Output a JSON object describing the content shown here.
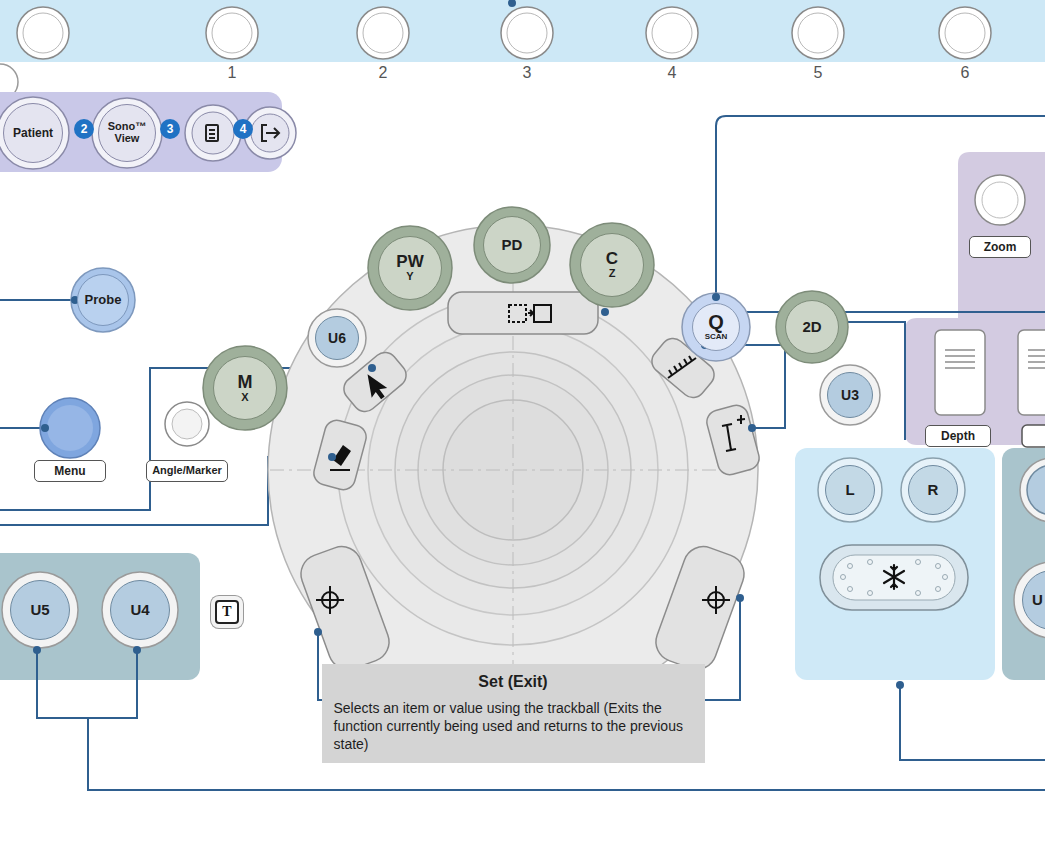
{
  "diagram": {
    "nodes": [
      {
        "text": [
          "Patient"
        ]
      },
      {
        "text": [
          "Sono™ View"
        ]
      },
      {
        "text": [
          "PW",
          "Y"
        ]
      },
      {
        "text": [
          "PD"
        ]
      },
      {
        "text": [
          "C",
          "Z"
        ]
      },
      {
        "text": [
          "U6"
        ]
      },
      {
        "text": [
          "Q",
          "SCAN"
        ]
      },
      {
        "text": [
          "2D"
        ]
      },
      {
        "text": [
          "Probe"
        ]
      },
      {
        "text": [
          "M",
          "X"
        ]
      },
      {
        "text": [
          "Zoom"
        ]
      },
      {
        "text": [
          "U3"
        ]
      },
      {
        "text": [
          "Depth"
        ]
      },
      {
        "text": [
          "Menu"
        ]
      },
      {
        "text": [
          "Angle/Marker"
        ]
      },
      {
        "text": [
          "L"
        ]
      },
      {
        "text": [
          "R"
        ]
      },
      {
        "text": [
          "U5"
        ]
      },
      {
        "text": [
          "U4"
        ]
      },
      {
        "text": [
          "U"
        ]
      },
      {
        "text": [
          "Set (Exit)",
          "Selects an item or value using the trackball (Exits the function currently being used and returns to the previous state)"
        ]
      }
    ],
    "labels": [
      "1",
      "2",
      "3",
      "4",
      "5",
      "6",
      "2",
      "3",
      "4",
      "T"
    ]
  }
}
